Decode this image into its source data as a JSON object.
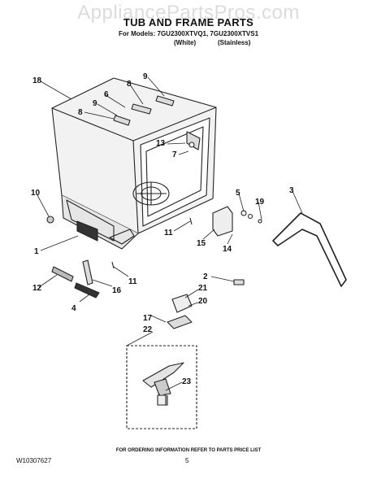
{
  "header": {
    "watermark": "AppliancePartsPros.com",
    "title": "TUB AND FRAME PARTS",
    "models_line": "For Models: 7GU2300XTVQ1, 7GU2300XTVS1",
    "variant_white": "(White)",
    "variant_stainless": "(Stainless)"
  },
  "callouts": [
    "18",
    "9",
    "8",
    "6",
    "9",
    "8",
    "13",
    "7",
    "10",
    "5",
    "19",
    "3",
    "11",
    "15",
    "14",
    "1",
    "2",
    "12",
    "16",
    "11",
    "21",
    "20",
    "4",
    "17",
    "22",
    "23"
  ],
  "footer": {
    "ordering_note": "FOR ORDERING INFORMATION REFER TO PARTS PRICE LIST",
    "doc_number": "W10307627",
    "page_number": "5"
  }
}
